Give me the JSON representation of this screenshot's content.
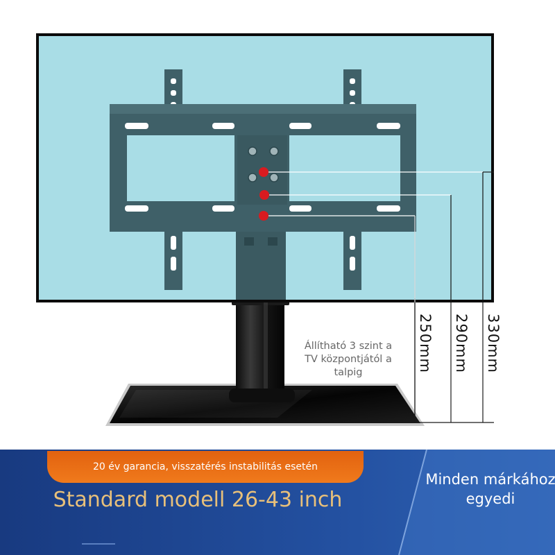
{
  "product": {
    "adjust_caption": "Állítható 3 szint a TV központjától a talpig",
    "measurements": [
      {
        "label": "250mm",
        "value": 250,
        "unit": "mm"
      },
      {
        "label": "290mm",
        "value": 290,
        "unit": "mm"
      },
      {
        "label": "330mm",
        "value": 330,
        "unit": "mm"
      }
    ],
    "warranty": "20 év garancia, visszatérés instabilitás esetén",
    "model_title": "Standard modell 26-43 inch",
    "brand_note": "Minden márkához egyedi"
  },
  "colors": {
    "screen": "#a9dde6",
    "bracket": "#3f6068",
    "pin": "#d91b20",
    "warranty": "#ee7418",
    "banner_dark": "#16357a",
    "banner_light": "#2f62b4",
    "title": "#e8c07a"
  }
}
